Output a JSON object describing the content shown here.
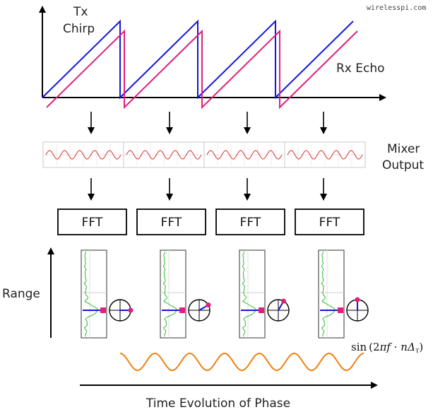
{
  "watermark": "wirelesspi.com",
  "labels": {
    "tx_chirp_1": "Tx",
    "tx_chirp_2": "Chirp",
    "rx_echo": "Rx Echo",
    "mixer_1": "Mixer",
    "mixer_2": "Output",
    "range": "Range",
    "time_axis": "Time Evolution of Phase"
  },
  "fft_blocks": [
    "FFT",
    "FFT",
    "FFT",
    "FFT"
  ],
  "formula": {
    "func": "sin",
    "arg_a": "2",
    "arg_pi": "π",
    "arg_f": "f",
    "arg_dot": " · ",
    "arg_n": "n",
    "arg_delta": "Δ",
    "arg_sub": "τ"
  },
  "phasor_angles_deg": [
    0,
    30,
    60,
    90
  ],
  "colors": {
    "tx": "#1515e0",
    "rx": "#e0207a",
    "mixer_wave": "#e05050",
    "spectrum": "#33bb33",
    "phase_wave": "#f08010",
    "peak": "#e0207a",
    "peak_line": "#1515e0"
  }
}
